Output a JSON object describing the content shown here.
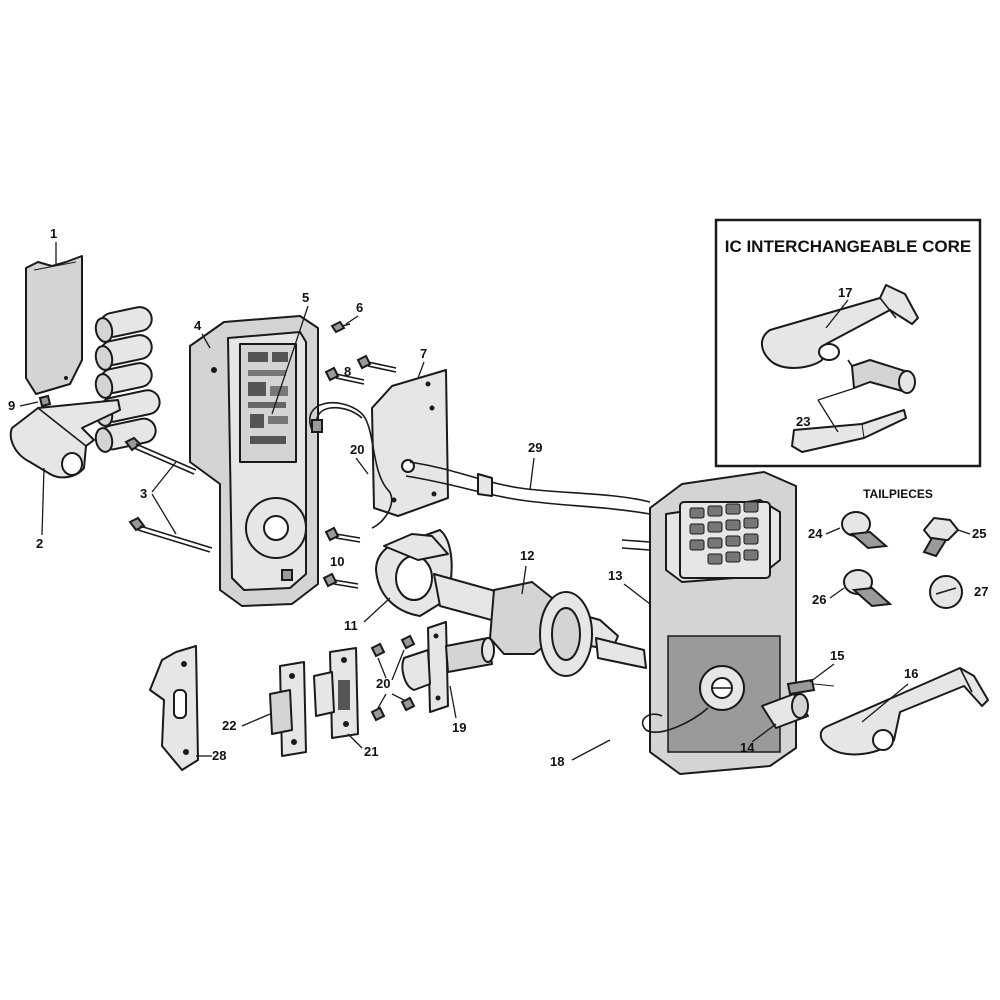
{
  "inset": {
    "title": "IC INTERCHANGEABLE CORE"
  },
  "tailpieces": {
    "title": "TAILPIECES"
  },
  "callouts": {
    "c1": "1",
    "c2": "2",
    "c3": "3",
    "c4": "4",
    "c5": "5",
    "c6": "6",
    "c7": "7",
    "c8": "8",
    "c9": "9",
    "c10": "10",
    "c11": "11",
    "c12": "12",
    "c13": "13",
    "c14": "14",
    "c15": "15",
    "c16": "16",
    "c17": "17",
    "c18": "18",
    "c19": "19",
    "c20a": "20",
    "c20b": "20",
    "c21": "21",
    "c22": "22",
    "c23": "23",
    "c24": "24",
    "c25": "25",
    "c26": "26",
    "c27": "27",
    "c28": "28",
    "c29": "29"
  },
  "icons": {
    "battery": "battery-icon",
    "screw": "screw-icon",
    "lever": "lever-handle-icon",
    "keypad": "keypad-icon"
  }
}
